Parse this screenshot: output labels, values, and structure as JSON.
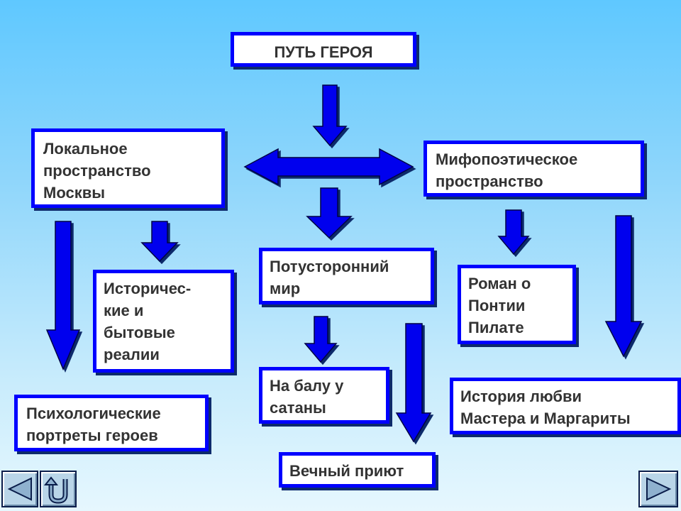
{
  "title": "ПУТЬ ГЕРОЯ",
  "nodes": {
    "local": "Локальное\nпространство\nМосквы",
    "mythic": "Мифопоэтическое\nпространство",
    "otherworld": "Потусторонний\nмир",
    "historical": "Историчес-\nкие и\nбытовые\nреалии",
    "roman": "Роман о\nПонтии\nПилате",
    "ball": "На балу у\nсатаны",
    "psych": "Психологические\nпортреты героев",
    "love": "История любви\nМастера и Маргариты",
    "eternal": "Вечный приют"
  },
  "nav": {
    "back_icon": "triangle-left-icon",
    "return_icon": "u-turn-icon",
    "forward_icon": "triangle-right-icon"
  },
  "colors": {
    "accent": "#0000ff",
    "arrow": "#0000ee",
    "text": "#333333"
  }
}
